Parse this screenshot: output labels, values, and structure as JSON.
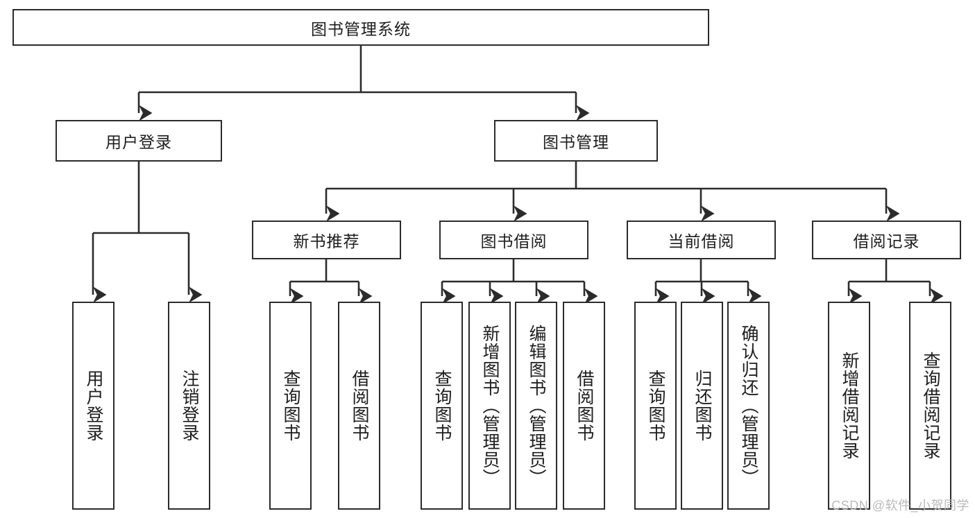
{
  "diagram": {
    "title": "图书管理系统",
    "type": "tree",
    "colors": {
      "stroke": "#2b2b2b",
      "fill": "#ffffff",
      "text": "#1d1d1d",
      "watermark": "#b9b9b9"
    },
    "nodes": {
      "root": {
        "label": "图书管理系统"
      },
      "level2": [
        {
          "id": "user-login",
          "label": "用户登录"
        },
        {
          "id": "book-manage",
          "label": "图书管理"
        }
      ],
      "level3": [
        {
          "id": "new-book-rec",
          "label": "新书推荐"
        },
        {
          "id": "book-borrow",
          "label": "图书借阅"
        },
        {
          "id": "current-borrow",
          "label": "当前借阅"
        },
        {
          "id": "borrow-record",
          "label": "借阅记录"
        }
      ],
      "leaves": [
        {
          "id": "leaf-user-login",
          "label": "用户登录"
        },
        {
          "id": "leaf-logout-login",
          "label": "注销登录"
        },
        {
          "id": "leaf-query-book-1",
          "label": "查询图书"
        },
        {
          "id": "leaf-borrow-book-1",
          "label": "借阅图书"
        },
        {
          "id": "leaf-query-book-2",
          "label": "查询图书"
        },
        {
          "id": "leaf-add-book",
          "label": "新增图书（管理员）"
        },
        {
          "id": "leaf-edit-book",
          "label": "编辑图书（管理员）"
        },
        {
          "id": "leaf-borrow-book-2",
          "label": "借阅图书"
        },
        {
          "id": "leaf-query-book-3",
          "label": "查询图书"
        },
        {
          "id": "leaf-return-book",
          "label": "归还图书"
        },
        {
          "id": "leaf-confirm-return",
          "label": "确认归还（管理员）"
        },
        {
          "id": "leaf-add-record",
          "label": "新增借阅记录"
        },
        {
          "id": "leaf-query-record",
          "label": "查询借阅记录"
        }
      ]
    },
    "watermark": "CSDN @软件_小贺同学"
  }
}
